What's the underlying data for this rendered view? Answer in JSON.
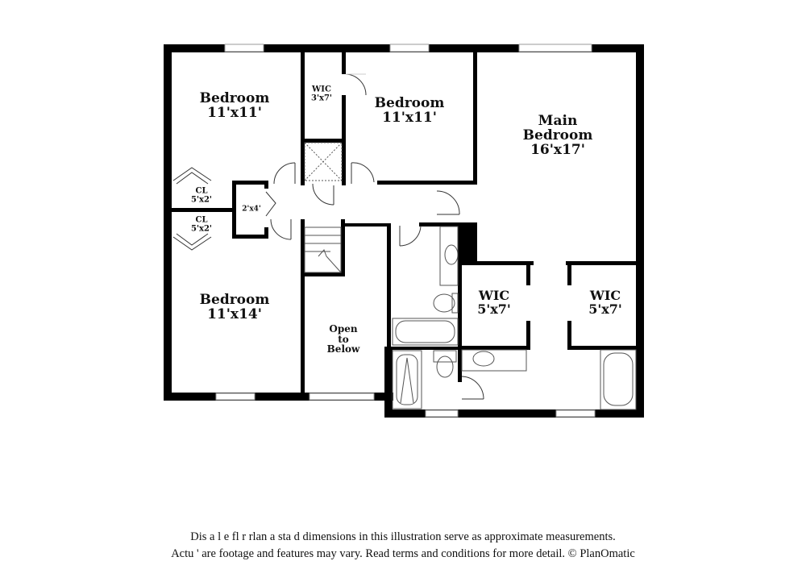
{
  "floor_plan": {
    "rooms": [
      {
        "id": "bedroom-nw",
        "name": "Bedroom",
        "dim": "11'x11'"
      },
      {
        "id": "wic-small",
        "name": "WIC",
        "dim": "3'x7'"
      },
      {
        "id": "bedroom-n",
        "name": "Bedroom",
        "dim": "11'x11'"
      },
      {
        "id": "main-bedroom",
        "name": "Main",
        "name2": "Bedroom",
        "dim": "16'x17'"
      },
      {
        "id": "closet-1",
        "name": "CL",
        "dim": "5'x2'"
      },
      {
        "id": "closet-2",
        "name": "CL",
        "dim": "5'x2'"
      },
      {
        "id": "linen",
        "name": "",
        "dim": "2'x4'"
      },
      {
        "id": "bedroom-sw",
        "name": "Bedroom",
        "dim": "11'x14'"
      },
      {
        "id": "open-below",
        "name": "Open",
        "name2": "to",
        "name3": "Below"
      },
      {
        "id": "wic-main-1",
        "name": "WIC",
        "dim": "5'x7'"
      },
      {
        "id": "wic-main-2",
        "name": "WIC",
        "dim": "5'x7'"
      }
    ]
  },
  "disclaimer": {
    "line1": "Dis  a     l  e fl   r  rlan a    sta   d dimensions in this illustration serve as approximate measurements.",
    "line2": "Actu  '     are footage and features may vary. Read terms and conditions for more detail. © PlanOmatic"
  },
  "colors": {
    "wall": "#000000",
    "background": "#ffffff",
    "fixture": "#555555"
  }
}
